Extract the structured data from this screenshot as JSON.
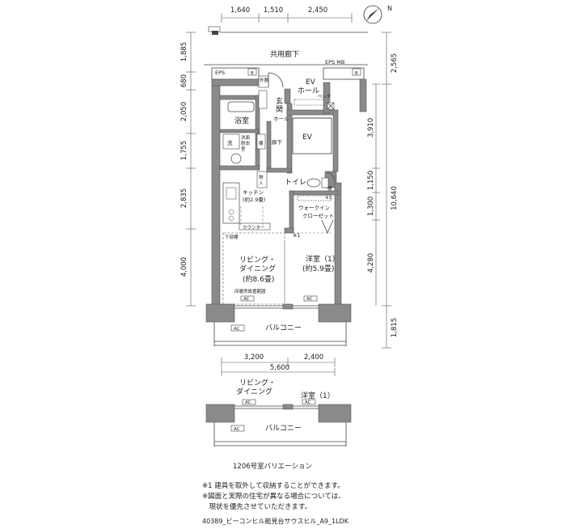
{
  "dimensions": {
    "top": [
      "1,640",
      "1,510",
      "2,450"
    ],
    "left": [
      "1,885",
      "680",
      "2,050",
      "1,755",
      "2,835",
      "4,000"
    ],
    "right_outer": [
      "2,565",
      "10,640",
      "1,815"
    ],
    "right_inner": [
      "3,910",
      "1,150",
      "1,300",
      "4,280"
    ],
    "bottom": [
      "3,200",
      "2,400",
      "5,600"
    ]
  },
  "labels": {
    "north": "N",
    "common_corridor": "共用廊下",
    "eps_left": "EPS",
    "eps_mb": "EPS MB",
    "outdoor_unit": "外器",
    "ev_hall": "EV\nホール",
    "bench": "ベンチ",
    "genkan": "玄関",
    "hall": "ホール",
    "bath": "浴室",
    "ev": "EV",
    "wash": "洗",
    "washroom": "洗面脱衣室",
    "shelf": "棚",
    "corridor": "廊下",
    "storage": "物入",
    "toilet": "トイレ",
    "shelf2": "棚",
    "kitchen": "キッチン",
    "kitchen_size": "(約2.9畳)",
    "walkin": "ウォークイン\nクローゼット",
    "counter": "カウンター",
    "lower_cabinet": "下部棚",
    "note_mark": "※1",
    "living": "リビング・\nダイニング",
    "living_size": "(約8.6畳)",
    "floor_heating": "床暖房設置範囲",
    "western_room": "洋室（1）",
    "western_size": "(約5.9畳)",
    "balcony": "バルコニー",
    "ac": "AC",
    "box_b": "B"
  },
  "variation": {
    "living": "リビング・\nダイニング",
    "western_room": "洋室（1）",
    "balcony": "バルコニー",
    "caption": "1206号室バリエーション"
  },
  "notes": [
    "※1 建具を取外して収納することができます。",
    "※図面と実際の住宅が異なる場合については、",
    "　現状を優先させていただきます。"
  ],
  "footer": "40389_ビーコンヒル能見台サウスヒル_A9_1LDK"
}
